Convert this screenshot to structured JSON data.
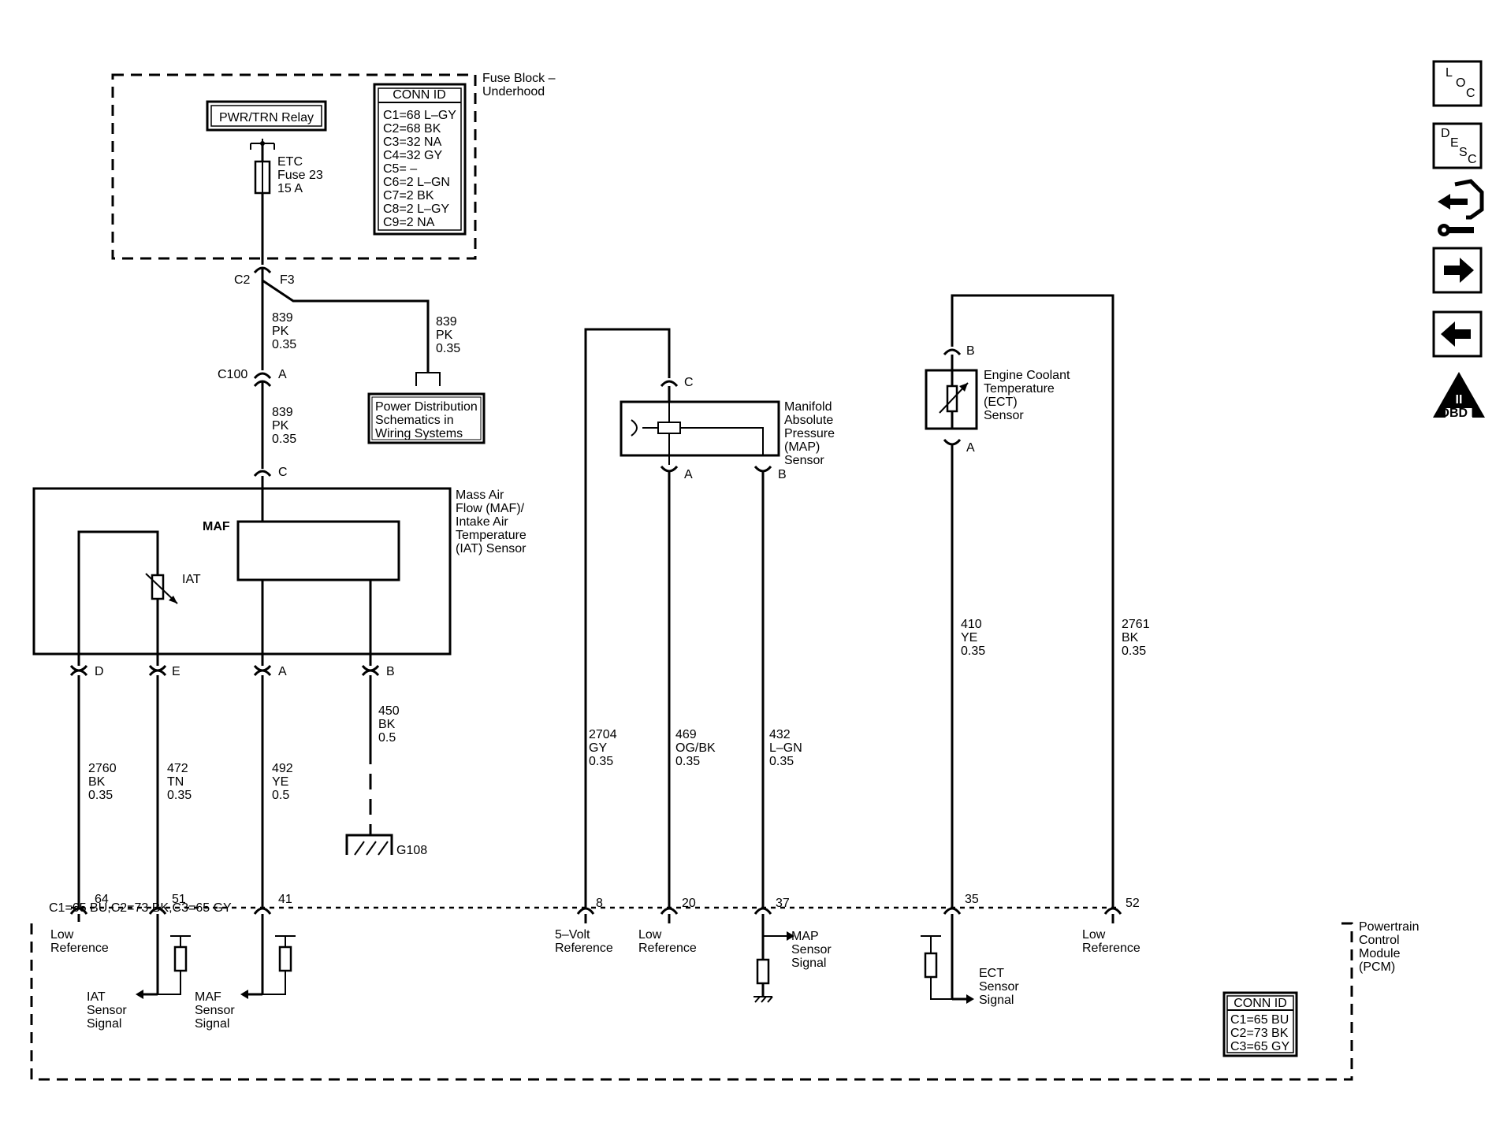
{
  "fuse_block": {
    "title_1": "Fuse Block –",
    "title_2": "Underhood",
    "relay": "PWR/TRN Relay",
    "fuse_1": "ETC",
    "fuse_2": "Fuse 23",
    "fuse_3": "15 A",
    "conn_header": "CONN ID",
    "conn": [
      "C1=68 L–GY",
      "C2=68 BK",
      "C3=32 NA",
      "C4=32 GY",
      "C5= –",
      "C6=2 L–GN",
      "C7=2 BK",
      "C8=2 L–GY",
      "C9=2 NA"
    ],
    "out_conn": "C2",
    "out_pin": "F3"
  },
  "wires": {
    "w839a": [
      "839",
      "PK",
      "0.35"
    ],
    "w839b": [
      "839",
      "PK",
      "0.35"
    ],
    "w839c": [
      "839",
      "PK",
      "0.35"
    ],
    "w2760": [
      "2760",
      "BK",
      "0.35"
    ],
    "w472": [
      "472",
      "TN",
      "0.35"
    ],
    "w492": [
      "492",
      "YE",
      "0.5"
    ],
    "w450": [
      "450",
      "BK",
      "0.5"
    ],
    "w2704": [
      "2704",
      "GY",
      "0.35"
    ],
    "w469": [
      "469",
      "OG/BK",
      "0.35"
    ],
    "w432": [
      "432",
      "L–GN",
      "0.35"
    ],
    "w410": [
      "410",
      "YE",
      "0.35"
    ],
    "w2761": [
      "2761",
      "BK",
      "0.35"
    ]
  },
  "power_dist": [
    "Power Distribution",
    "Schematics in",
    "Wiring Systems"
  ],
  "c100": {
    "conn": "C100",
    "pin": "A"
  },
  "maf_sensor": {
    "name": [
      "Mass Air",
      "Flow (MAF)/",
      "Intake Air",
      "Temperature",
      "(IAT) Sensor"
    ],
    "maf_label": "MAF",
    "iat_label": "IAT",
    "pin_top": "C",
    "pins": [
      "D",
      "E",
      "A",
      "B"
    ]
  },
  "ground": "G108",
  "map_sensor": {
    "name": [
      "Manifold",
      "Absolute",
      "Pressure",
      "(MAP)",
      "Sensor"
    ],
    "pin_top": "C",
    "pin_a": "A",
    "pin_b": "B"
  },
  "ect_sensor": {
    "name": [
      "Engine Coolant",
      "Temperature",
      "(ECT)",
      "Sensor"
    ],
    "pin_b": "B",
    "pin_a": "A"
  },
  "pcm": {
    "conn": [
      "C1=65 BU",
      "C2=73 BK",
      "C3=65 GY"
    ],
    "pins": [
      "64",
      "51",
      "41",
      "8",
      "20",
      "37",
      "35",
      "52"
    ],
    "name": [
      "Powertrain",
      "Control",
      "Module",
      "(PCM)"
    ],
    "low_ref_1": [
      "Low",
      "Reference"
    ],
    "five_volt": [
      "5–Volt",
      "Reference"
    ],
    "low_ref_2": [
      "Low",
      "Reference"
    ],
    "low_ref_3": [
      "Low",
      "Reference"
    ],
    "iat_signal": [
      "IAT",
      "Sensor",
      "Signal"
    ],
    "maf_signal": [
      "MAF",
      "Sensor",
      "Signal"
    ],
    "map_signal": [
      "MAP",
      "Sensor",
      "Signal"
    ],
    "ect_signal": [
      "ECT",
      "Sensor",
      "Signal"
    ],
    "conn_header": "CONN ID"
  },
  "nav": {
    "loc": [
      "L",
      "O",
      "C"
    ],
    "desc": [
      "D",
      "E",
      "S",
      "C"
    ],
    "obd_numeral": "II",
    "obd_text": "OBD II"
  }
}
